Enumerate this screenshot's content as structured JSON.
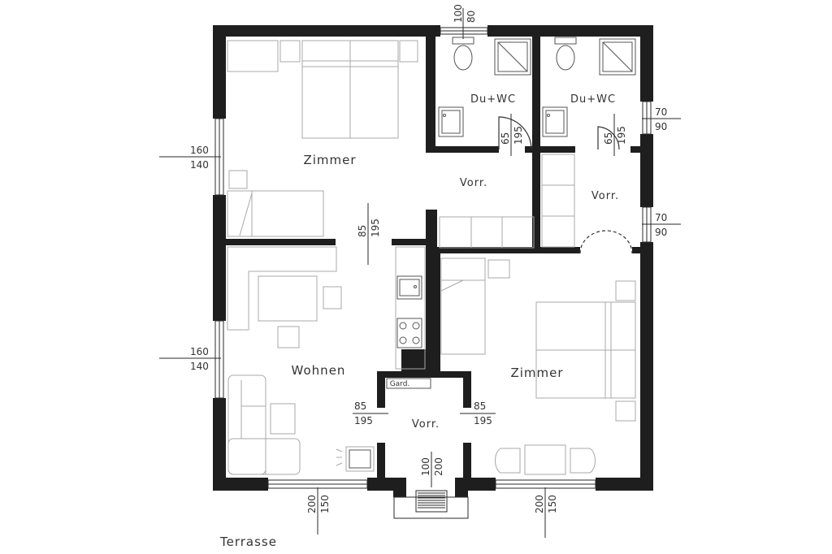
{
  "rooms": {
    "zimmer_nw": "Zimmer",
    "zimmer_se": "Zimmer",
    "wohnen": "Wohnen",
    "vorr_center": "Vorr.",
    "vorr_east": "Vorr.",
    "vorr_entry": "Vorr.",
    "bath_1": "Du+WC",
    "bath_2": "Du+WC",
    "garderobe": "Gard.",
    "terrasse": "Terrasse"
  },
  "dimensions": {
    "top_a": "100",
    "top_b": "80",
    "right_upper_a": "70",
    "right_upper_b": "90",
    "right_lower_a": "70",
    "right_lower_b": "90",
    "left_upper_a": "160",
    "left_upper_b": "140",
    "left_lower_a": "160",
    "left_lower_b": "140",
    "door_zimmer_a": "85",
    "door_zimmer_b": "195",
    "bath1_door_a": "65",
    "bath1_door_b": "195",
    "bath2_door_a": "65",
    "bath2_door_b": "195",
    "vorr_left_a": "85",
    "vorr_left_b": "195",
    "vorr_right_a": "85",
    "vorr_right_b": "195",
    "entry_a": "100",
    "entry_b": "200",
    "bottom_left_a": "200",
    "bottom_left_b": "150",
    "bottom_right_a": "200",
    "bottom_right_b": "150"
  }
}
